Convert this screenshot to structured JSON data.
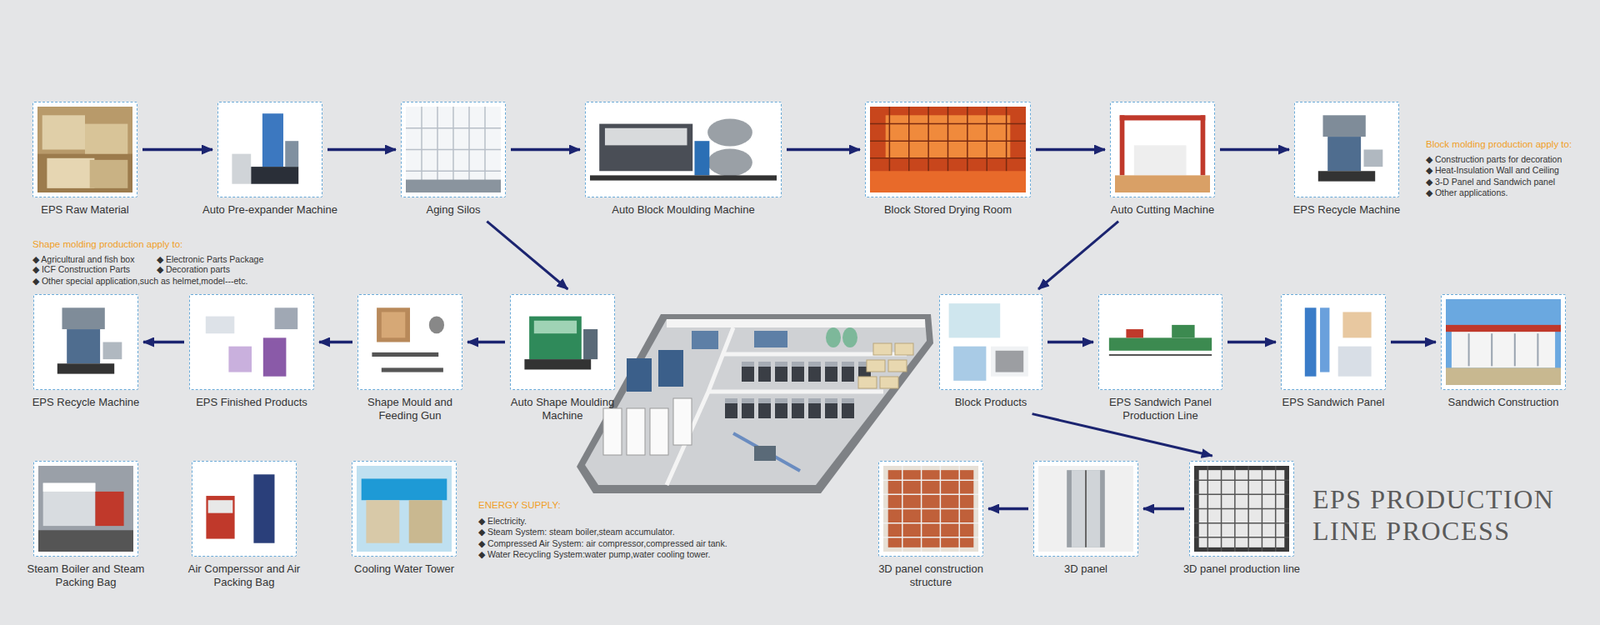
{
  "diagram": {
    "title": "EPS PRODUCTION LINE PROCESS",
    "nodes": [
      {
        "text": [
          "EPS Raw Material"
        ]
      },
      {
        "text": [
          "Auto Pre-expander Machine"
        ]
      },
      {
        "text": [
          "Aging Silos"
        ]
      },
      {
        "text": [
          "Auto Block Moulding Machine"
        ]
      },
      {
        "text": [
          "Block Stored Drying Room"
        ]
      },
      {
        "text": [
          "Auto Cutting Machine"
        ]
      },
      {
        "text": [
          "EPS Recycle Machine"
        ]
      },
      {
        "text": [
          "EPS Recycle Machine"
        ]
      },
      {
        "text": [
          "EPS Finished Products"
        ]
      },
      {
        "text": [
          "Shape Mould and Feeding Gun"
        ]
      },
      {
        "text": [
          "Auto Shape Moulding Machine"
        ]
      },
      {
        "text": [
          "Block Products"
        ]
      },
      {
        "text": [
          "EPS Sandwich Panel Production Line"
        ]
      },
      {
        "text": [
          "EPS Sandwich Panel"
        ]
      },
      {
        "text": [
          "Sandwich Construction"
        ]
      },
      {
        "text": [
          "Steam Boiler and Steam Packing Bag"
        ]
      },
      {
        "text": [
          "Air Comperssor and Air Packing Bag"
        ]
      },
      {
        "text": [
          "Cooling Water Tower"
        ]
      },
      {
        "text": [
          "3D panel construction structure"
        ]
      },
      {
        "text": [
          "3D panel"
        ]
      },
      {
        "text": [
          "3D panel production line"
        ]
      }
    ],
    "edges": [
      {
        "from": 0,
        "to": 1,
        "arrow": "to"
      },
      {
        "from": 1,
        "to": 2,
        "arrow": "to"
      },
      {
        "from": 2,
        "to": 3,
        "arrow": "to"
      },
      {
        "from": 3,
        "to": 4,
        "arrow": "to"
      },
      {
        "from": 4,
        "to": 5,
        "arrow": "to"
      },
      {
        "from": 5,
        "to": 6,
        "arrow": "to"
      },
      {
        "from": 2,
        "to": 10,
        "arrow": "to"
      },
      {
        "from": 10,
        "to": 9,
        "arrow": "to"
      },
      {
        "from": 9,
        "to": 8,
        "arrow": "to"
      },
      {
        "from": 8,
        "to": 7,
        "arrow": "to"
      },
      {
        "from": 5,
        "to": 11,
        "arrow": "to"
      },
      {
        "from": 11,
        "to": 12,
        "arrow": "to"
      },
      {
        "from": 12,
        "to": 13,
        "arrow": "to"
      },
      {
        "from": 13,
        "to": 14,
        "arrow": "to"
      },
      {
        "from": 11,
        "to": 20,
        "arrow": "to"
      },
      {
        "from": 20,
        "to": 19,
        "arrow": "to"
      },
      {
        "from": 19,
        "to": 18,
        "arrow": "to"
      }
    ],
    "labels": [
      "Block molding production apply to:",
      "◆ Construction parts for decoration",
      "◆ Heat-Insulation Wall and Ceiling",
      "◆ 3-D Panel and Sandwich panel",
      "◆ Other applications.",
      "Shape molding production apply to:",
      "◆ Agricultural and fish box",
      "◆ Electronic Parts Package",
      "◆ ICF Construction Parts",
      "◆ Decoration parts",
      "◆ Other special application,such as helmet,model---etc.",
      "ENERGY SUPPLY:",
      "◆ Electricity.",
      "◆ Steam System: steam boiler,steam accumulator.",
      "◆ Compressed Air System: air compressor,compressed air tank.",
      "◆ Water Recycling System:water pump,water cooling tower."
    ]
  }
}
